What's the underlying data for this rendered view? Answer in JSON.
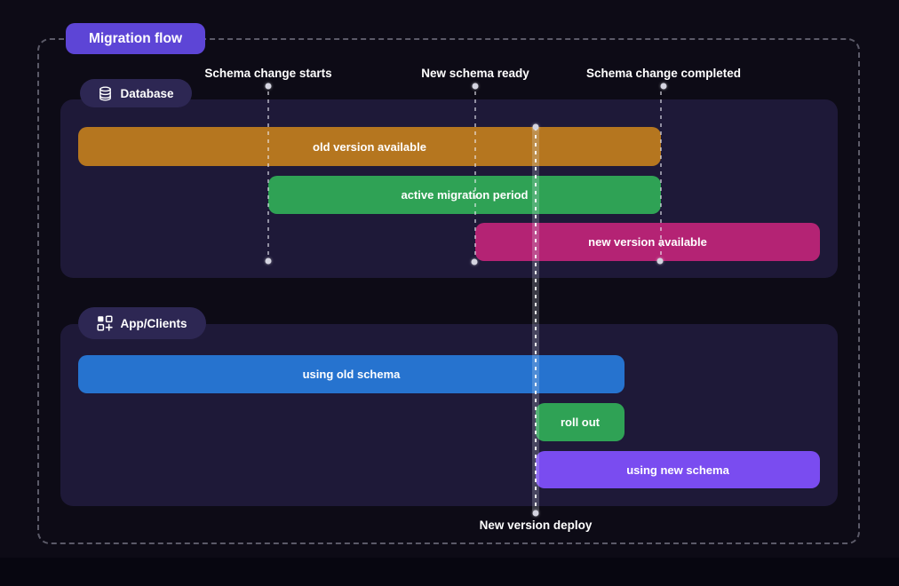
{
  "title": "Migration flow",
  "events": [
    {
      "label": "Schema change starts"
    },
    {
      "label": "New schema ready"
    },
    {
      "label": "Schema change completed"
    },
    {
      "label": "New version deploy"
    }
  ],
  "lanes": [
    {
      "label": "Database",
      "icon": "database-icon",
      "bars": [
        {
          "label": "old version available",
          "color": "#b5761f"
        },
        {
          "label": "active migration period",
          "color": "#2fa255"
        },
        {
          "label": "new version available",
          "color": "#b42374"
        }
      ]
    },
    {
      "label": "App/Clients",
      "icon": "apps-add-icon",
      "bars": [
        {
          "label": "using old schema",
          "color": "#2673cf"
        },
        {
          "label": "roll out",
          "color": "#2fa255"
        },
        {
          "label": "using new schema",
          "color": "#7a4cf0"
        }
      ]
    }
  ],
  "colors": {
    "background": "#0d0b16",
    "panel": "#1e1938",
    "title_badge": "#5d45d6",
    "lane_badge": "#2d2753",
    "dashed_border": "#aaaab9",
    "bar_orange": "#b5761f",
    "bar_green": "#2fa255",
    "bar_magenta": "#b42374",
    "bar_blue": "#2673cf",
    "bar_purple": "#7a4cf0",
    "marker_dot": "#d4d4e0"
  }
}
